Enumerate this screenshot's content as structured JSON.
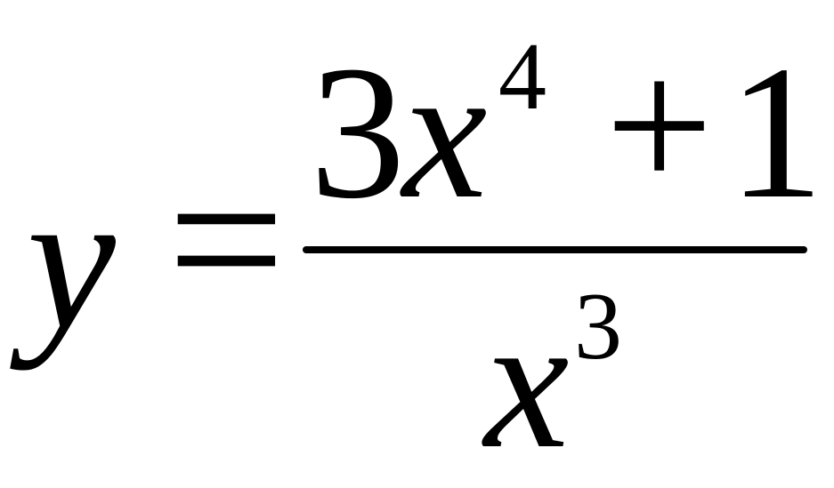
{
  "formula": {
    "lhs": "y",
    "equals": "=",
    "numerator": {
      "coefficient": "3",
      "variable": "x",
      "exponent": "4",
      "operator": "+",
      "constant": "1"
    },
    "denominator": {
      "variable": "x",
      "exponent": "3"
    }
  },
  "colors": {
    "text": "#000000",
    "background": "#ffffff"
  }
}
